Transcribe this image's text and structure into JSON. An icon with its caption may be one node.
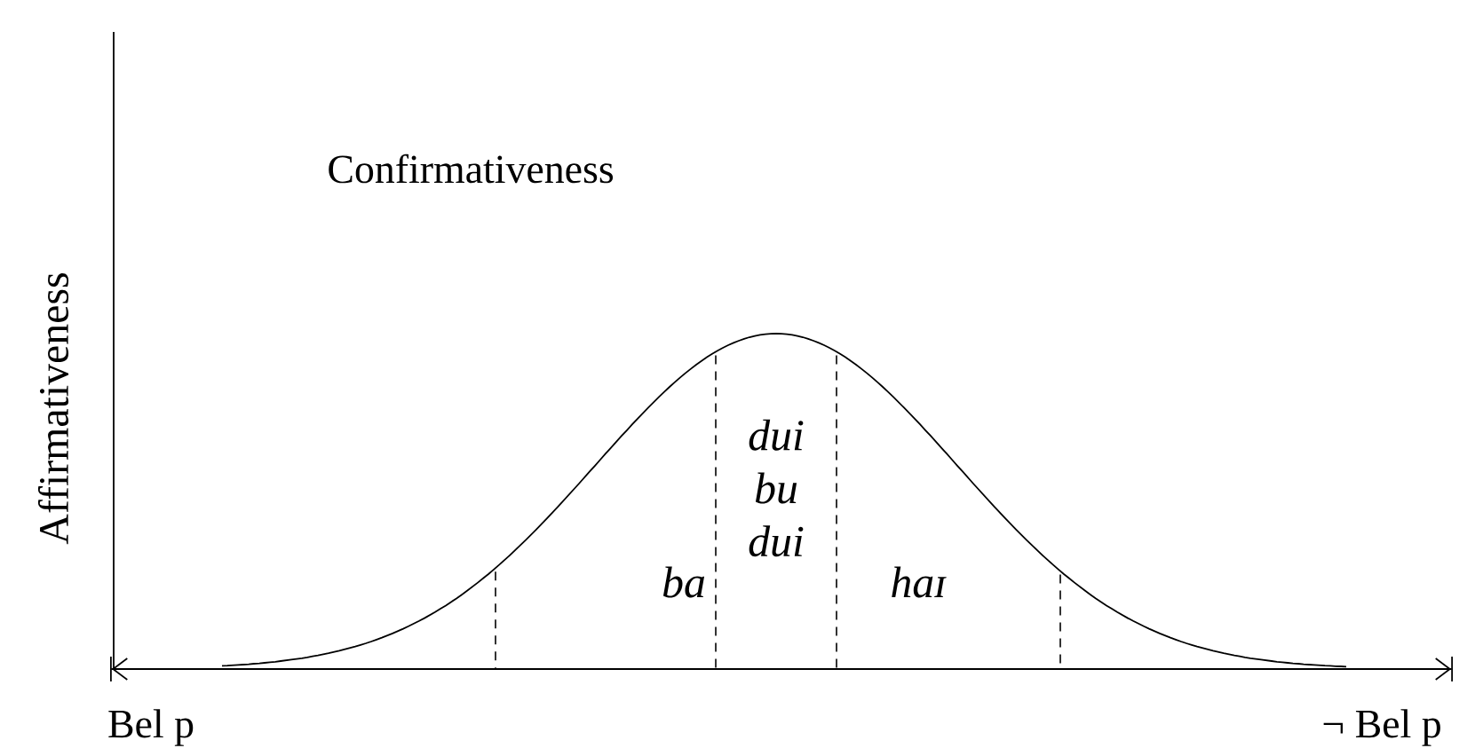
{
  "diagram": {
    "labels": [
      "Confirmativeness",
      "Affirmativeness",
      "dui bu dui",
      "ba",
      "haɪ",
      "Bel p",
      "¬ Bel p"
    ]
  }
}
